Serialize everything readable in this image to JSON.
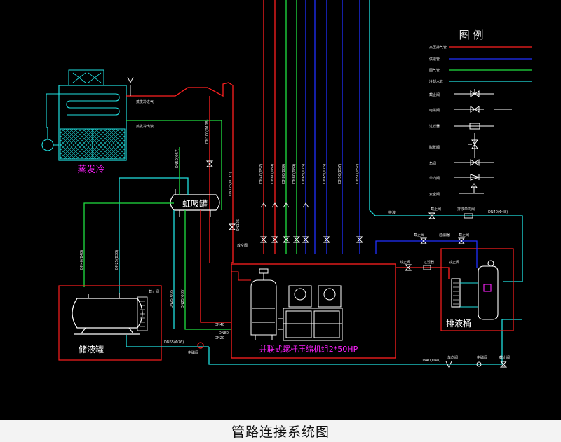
{
  "caption": "管路连接系统图",
  "legend": {
    "title": "图 例",
    "items": [
      "高压排气管",
      "供液管",
      "回气管",
      "冷却水管",
      "截止阀",
      "电磁阀",
      "过滤器",
      "膨胀阀",
      "角阀",
      "单向阀",
      "安全阀"
    ]
  },
  "equipment": {
    "evaporative_condenser": "蒸发冷",
    "oil_separator": "虹吸罐",
    "receiver": "储液罐",
    "compressor_unit": "并联式螺杆压缩机组2*50HP",
    "drain_tank": "排液桶"
  },
  "pipe_labels": {
    "riser_1": "DN40(Φ57)",
    "riser_2": "DN80(Φ89)",
    "riser_3": "DN80(Φ89)",
    "riser_4": "DN80(Φ89)",
    "riser_5": "DN65(Φ76)",
    "riser_6": "DN65(Φ76)",
    "riser_7": "DN50(Φ57)",
    "riser_8": "DN50(Φ57)",
    "cond_supply": "DN100(Φ108)",
    "cond_return": "DN50(Φ57)",
    "receiver_in_1": "DN40(Φ48)",
    "receiver_in_2": "DN25(Φ38)",
    "liquid_1": "DN25(Φ35)",
    "liquid_2": "DN25(Φ35)",
    "bottom_main": "DN65(Φ76)",
    "drain_in": "DN40(Φ48)",
    "drain_out": "DN40(Φ48)",
    "vertical_mid": "DN125(Φ133)",
    "lower_mid": "DN125"
  },
  "component_labels": {
    "cond_in": "蒸发冷进气",
    "cond_out": "蒸发冷出液",
    "drain_check": "排液单向阀",
    "filter_1": "过滤器",
    "stop_valve_1": "截止阀",
    "stop_valve_2": "截止阀",
    "stop_valve_3": "截止阀",
    "solenoid_1": "电磁阀",
    "check_valve": "单向阀",
    "solenoid_2": "电磁阀",
    "stop_valve_4": "截止阀",
    "drain_label": "排液",
    "stop_valve_5": "截止阀",
    "filter_2": "过滤器",
    "stop_valve_6": "截止阀",
    "recv_stop": "截止阀",
    "vent": "放空阀",
    "dn_a": "DN40",
    "dn_b": "DN20",
    "dn_c": "DN80"
  },
  "colors": {
    "discharge": "#ff2020",
    "liquid": "#2030ff",
    "suction": "#20e040",
    "water": "#20e0e0",
    "frame": "#ff1e1e",
    "label": "#ff20ff",
    "white": "#ffffff"
  }
}
